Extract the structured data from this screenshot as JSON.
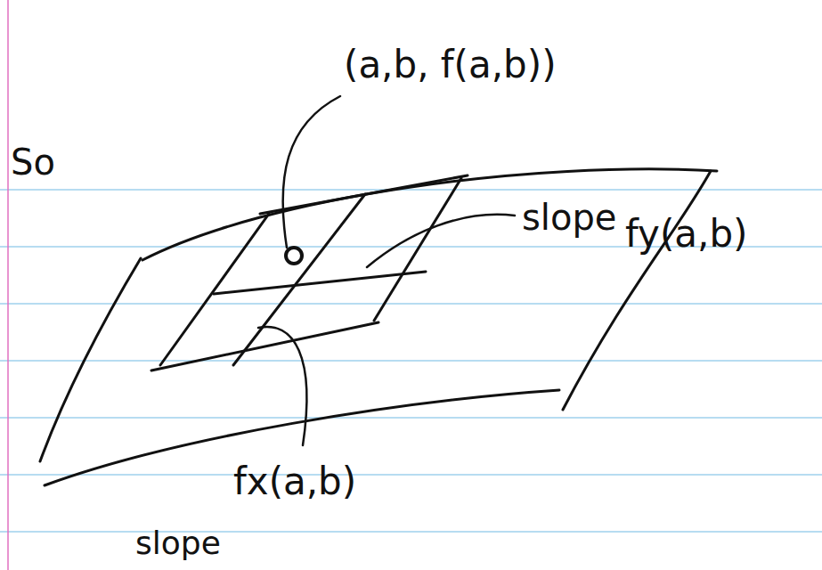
{
  "diagram": {
    "labels": [
      "So",
      "(a,b, f(a,b))",
      "slope",
      "fy(a,b)",
      "fx(a,b)",
      "slope"
    ]
  }
}
